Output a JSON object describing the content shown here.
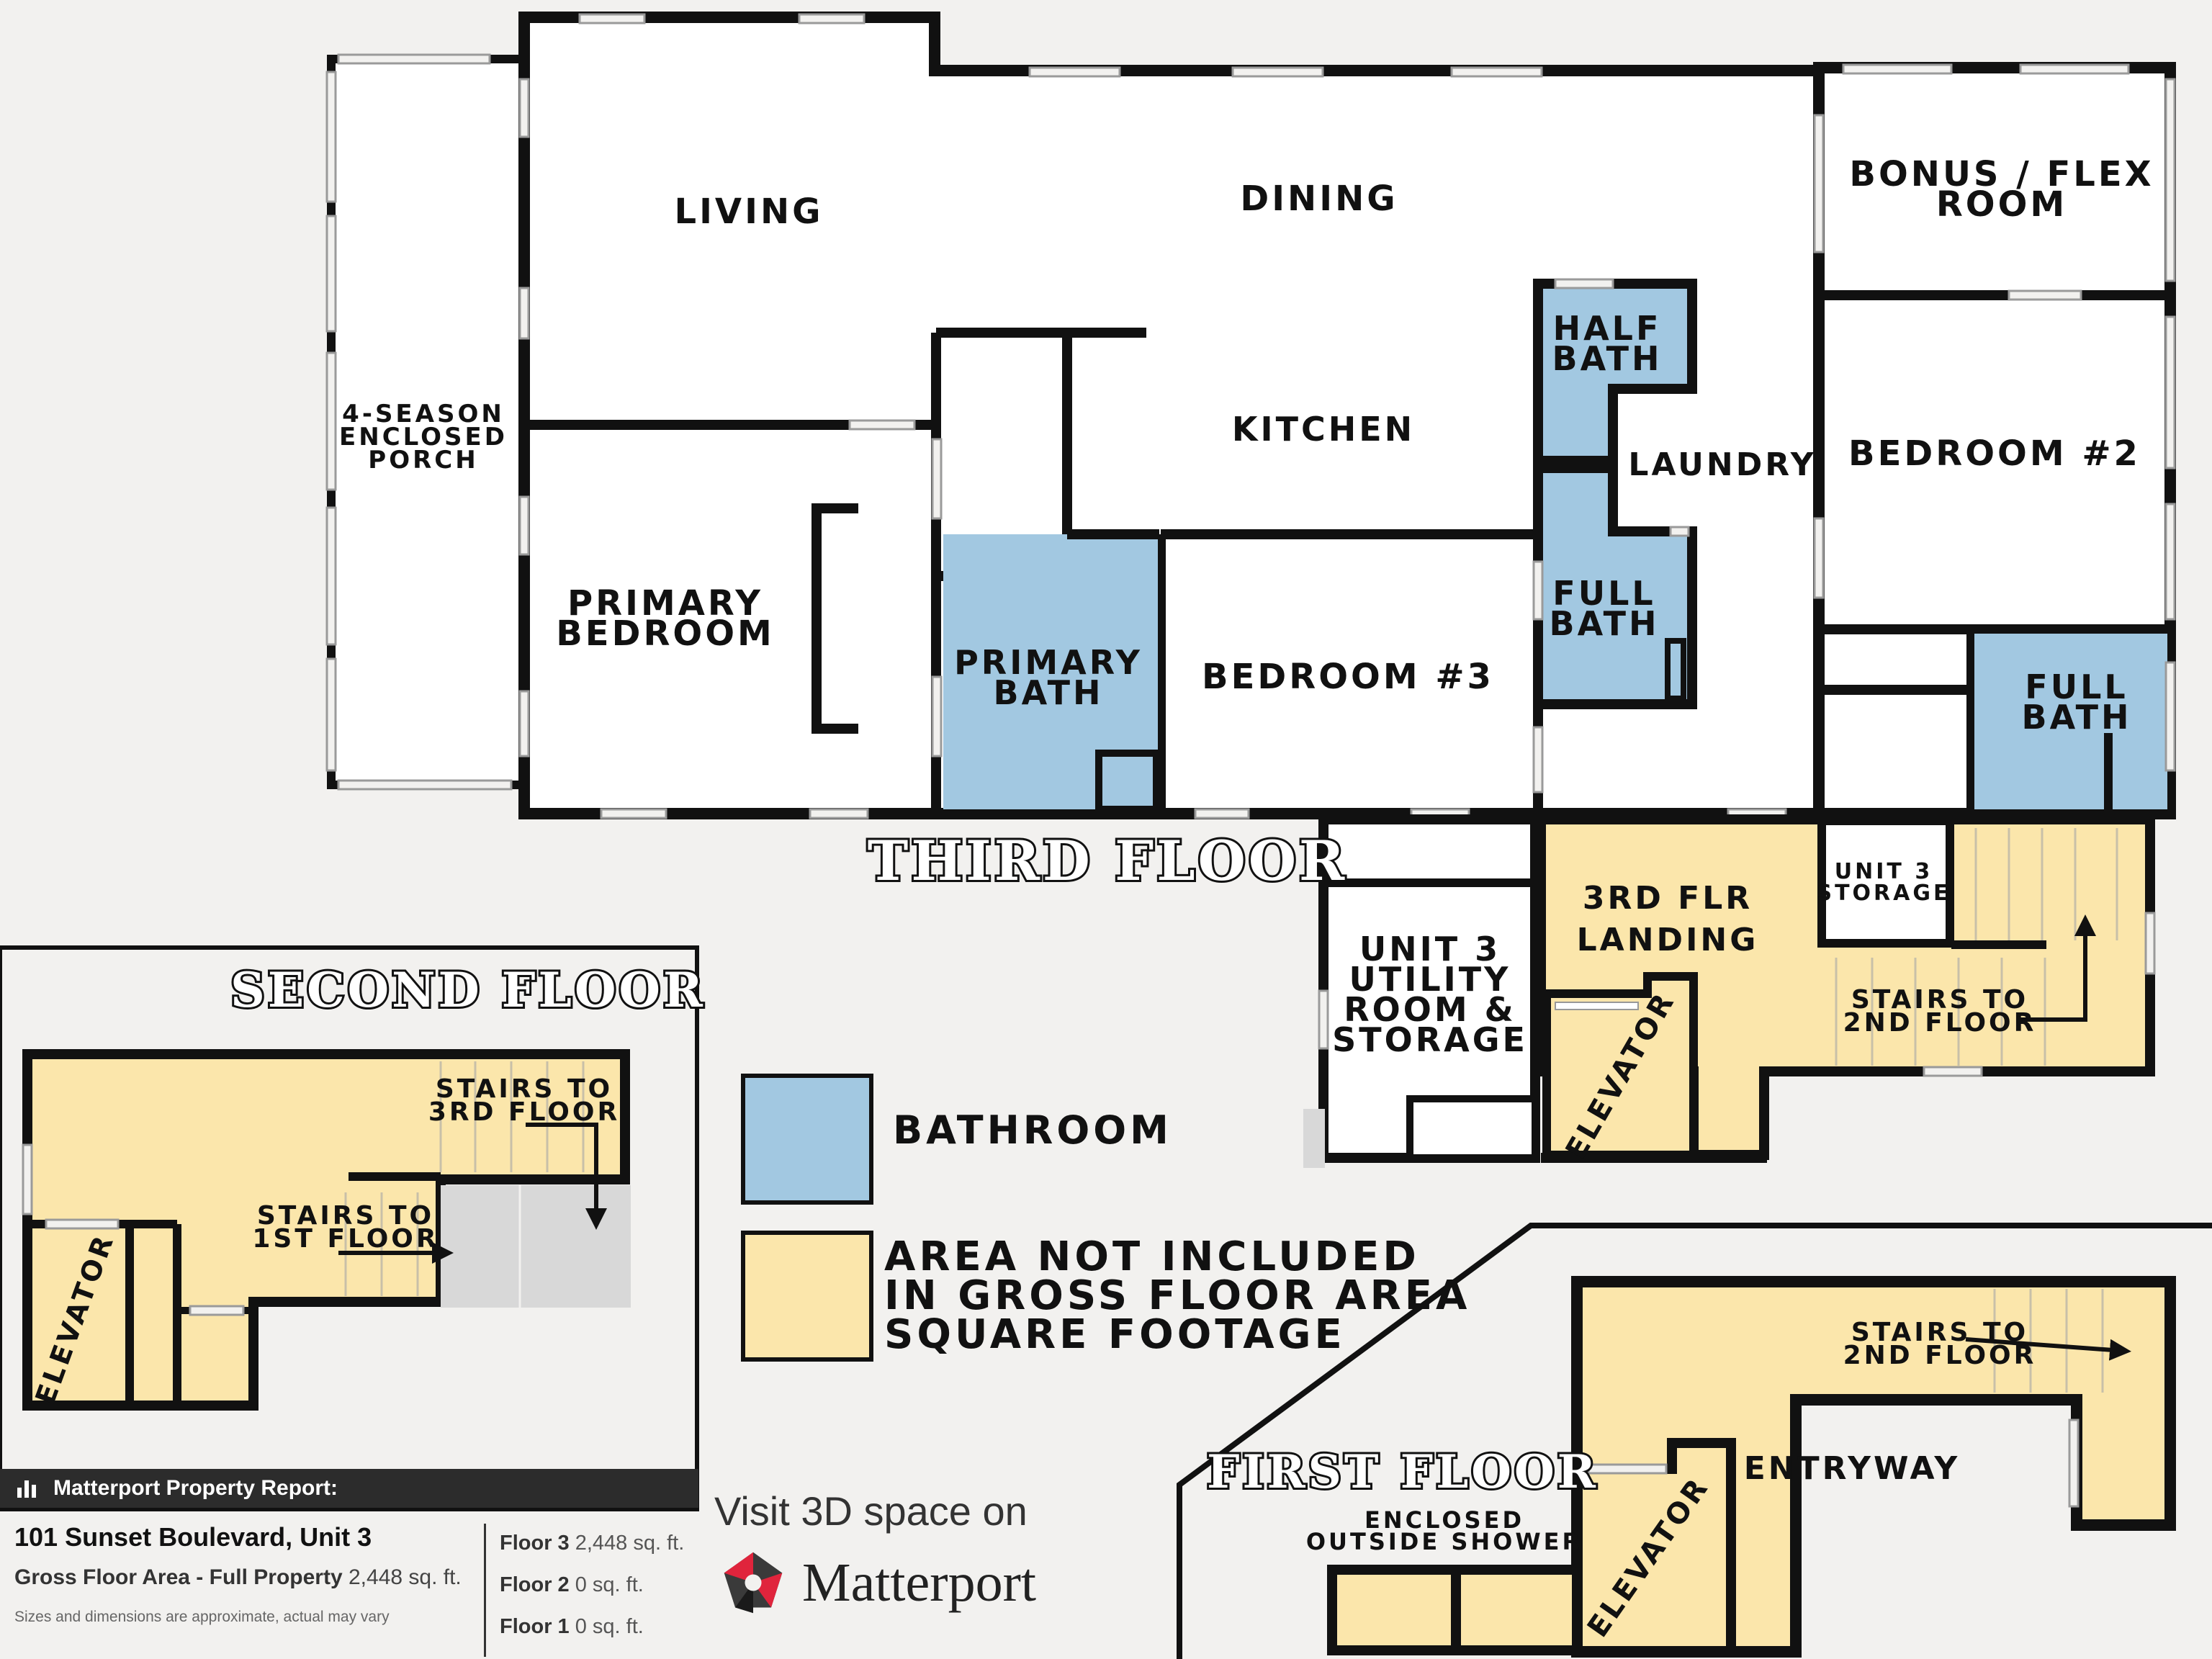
{
  "colors": {
    "bathroom": "#a2c8e1",
    "excluded_area": "#fbe6ab",
    "wall": "#111111",
    "room": "#ffffff",
    "background": "#f2f1ef",
    "logo_red": "#e0243c",
    "logo_dark": "#3a3a3a"
  },
  "third_floor": {
    "title": "THIRD FLOOR",
    "rooms": {
      "porch": [
        "4-SEASON",
        "ENCLOSED",
        "PORCH"
      ],
      "living": "LIVING",
      "dining": "DINING",
      "bonus": [
        "BONUS / FLEX",
        "ROOM"
      ],
      "half_bath": [
        "HALF",
        "BATH"
      ],
      "kitchen": "KITCHEN",
      "laundry": "LAUNDRY",
      "bedroom2": "BEDROOM #2",
      "primary_bedroom": [
        "PRIMARY",
        "BEDROOM"
      ],
      "primary_bath": [
        "PRIMARY",
        "BATH"
      ],
      "bedroom3": "BEDROOM #3",
      "full_bath_mid": [
        "FULL",
        "BATH"
      ],
      "full_bath_right": [
        "FULL",
        "BATH"
      ],
      "landing": [
        "3RD FLR",
        "LANDING"
      ],
      "unit3_storage": [
        "UNIT 3",
        "STORAGE"
      ],
      "utility": [
        "UNIT 3",
        "UTILITY",
        "ROOM &",
        "STORAGE"
      ],
      "elevator": "ELEVATOR",
      "stairs": [
        "STAIRS TO",
        "2ND FLOOR"
      ]
    }
  },
  "second_floor": {
    "title": "SECOND FLOOR",
    "stairs_up": [
      "STAIRS TO",
      "3RD FLOOR"
    ],
    "stairs_down": [
      "STAIRS TO",
      "1ST FLOOR"
    ],
    "elevator": "ELEVATOR"
  },
  "first_floor": {
    "title": "FIRST FLOOR",
    "stairs": [
      "STAIRS TO",
      "2ND FLOOR"
    ],
    "entryway": "ENTRYWAY",
    "elevator": "ELEVATOR",
    "shower": [
      "ENCLOSED",
      "OUTSIDE SHOWER"
    ]
  },
  "legend": {
    "bathroom": "BATHROOM",
    "excluded": [
      "AREA NOT INCLUDED",
      "IN GROSS FLOOR AREA",
      "SQUARE FOOTAGE"
    ]
  },
  "report": {
    "header": "Matterport Property Report:",
    "address": "101 Sunset Boulevard, Unit 3",
    "gfa_label": "Gross Floor Area - Full Property",
    "gfa_value": "2,448 sq. ft.",
    "note": "Sizes and dimensions are approximate, actual may vary",
    "floors": [
      {
        "name": "Floor 3",
        "value": "2,448 sq. ft."
      },
      {
        "name": "Floor 2",
        "value": "0 sq. ft."
      },
      {
        "name": "Floor 1",
        "value": "0 sq. ft."
      }
    ]
  },
  "visit": {
    "text": "Visit 3D space on",
    "brand": "Matterport",
    "icon": "matterport-logo-icon"
  }
}
